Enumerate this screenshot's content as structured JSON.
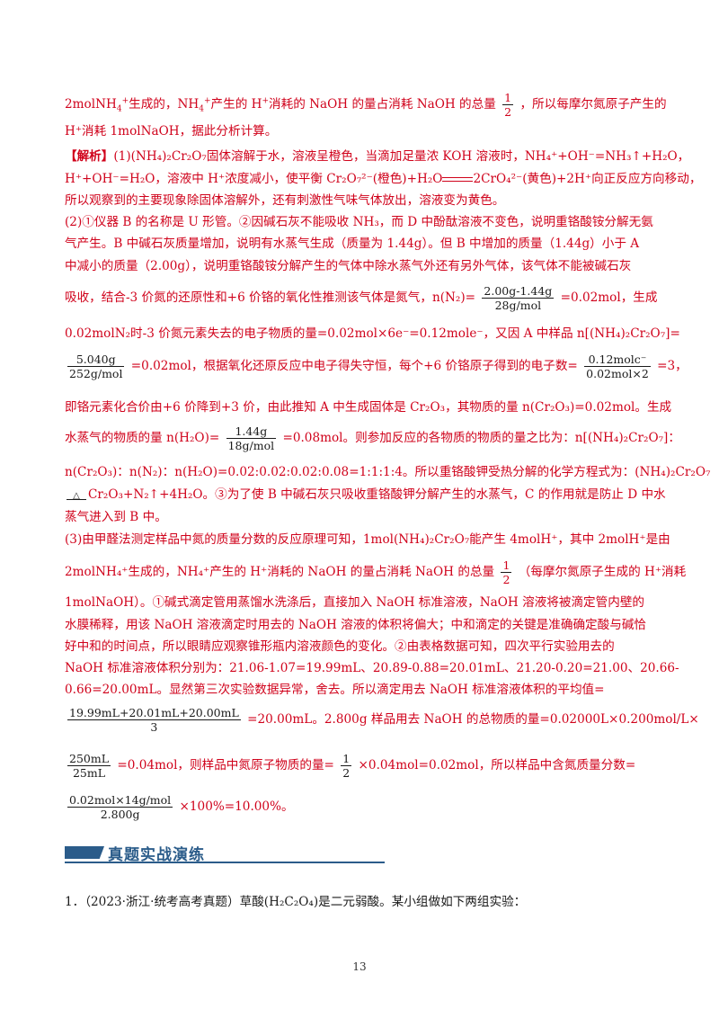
{
  "lines": {
    "l1a": "2molNH",
    "l1b": "生成的，NH",
    "l1c": "产生的 H",
    "l1d": "消耗的 NaOH 的量占消耗 NaOH 的总量",
    "l1e": "，所以每摩尔氮原子产生的",
    "l2": "H⁺消耗 1molNaOH，据此分析计算。",
    "l3a": "【解析】",
    "l3b": "(1)(NH₄)₂Cr₂O₇固体溶解于水，溶液呈橙色，当滴加足量浓 KOH 溶液时，NH₄⁺+OH⁻=NH₃↑+H₂O，",
    "l4a": "H⁺+OH⁻=H₂O，溶液中 H⁺浓度减小，使平衡 Cr₂O₇²⁻(橙色)+H₂O",
    "l4b": "2CrO₄²⁻(黄色)+2H⁺向正反应方向移动，",
    "l5": "所以观察到的主要现象除固体溶解外，还有刺激性气味气体放出，溶液变为黄色。",
    "l6": "(2)①仪器 B 的名称是 U 形管。②因碱石灰不能吸收 NH₃，而 D 中酚酞溶液不变色，说明重铬酸铵分解无氨",
    "l7": "气产生。B 中碱石灰质量增加，说明有水蒸气生成（质量为 1.44g）。但 B 中增加的质量（1.44g）小于 A",
    "l8": "中减小的质量（2.00g），说明重铬酸铵分解产生的气体中除水蒸气外还有另外气体，该气体不能被碱石灰",
    "l9a": "吸收，结合-3 价氮的还原性和+6 价铬的氧化性推测该气体是氮气，n(N₂)=",
    "l9b": "=0.02mol，生成",
    "l10": "0.02molN₂时-3 价氮元素失去的电子物质的量=0.02mol×6e⁻=0.12mole⁻，又因 A 中样品 n[(NH₄)₂Cr₂O₇]=",
    "l11a": "=0.02mol，根据氧化还原反应中电子得失守恒，每个+6 价铬原子得到的电子数=",
    "l11b": "=3，",
    "l12": "即铬元素化合价由+6 价降到+3 价，由此推知 A 中生成固体是 Cr₂O₃，其物质的量 n(Cr₂O₃)=0.02mol。生成",
    "l13a": "水蒸气的物质的量 n(H₂O)=",
    "l13b": "=0.08mol。则参加反应的各物质的物质的量之比为：n[(NH₄)₂Cr₂O₇]：",
    "l14": "n(Cr₂O₃)：n(N₂)：n(H₂O)=0.02:0.02:0.02:0.08=1:1:1:4。所以重铬酸钾受热分解的化学方程式为：(NH₄)₂Cr₂O₇",
    "l15b": "Cr₂O₃+N₂↑+4H₂O。③为了使 B 中碱石灰只吸收重铬酸钾分解产生的水蒸气，C 的作用就是防止 D 中水",
    "l16": "蒸气进入到 B 中。",
    "l17": "(3)由甲醛法测定样品中氮的质量分数的反应原理可知，1mol(NH₄)₂Cr₂O₇能产生 4molH⁺，其中 2molH⁺是由",
    "l18a": "2molNH₄⁺生成的，NH₄⁺产生的 H⁺消耗的 NaOH 的量占消耗 NaOH 的总量",
    "l18b": "（每摩尔氮原子生成的 H⁺消耗",
    "l19": "1molNaOH）。①碱式滴定管用蒸馏水洗涤后，直接加入 NaOH 标准溶液，NaOH 溶液将被滴定管内壁的",
    "l20": "水膜稀释，用该 NaOH 溶液滴定时用去的 NaOH 溶液的体积将偏大；中和滴定的关键是准确确定酸与碱恰",
    "l21": "好中和的时间点，所以眼睛应观察锥形瓶内溶液颜色的变化。②由表格数据可知，四次平行实验用去的",
    "l22": "NaOH 标准溶液体积分别为：21.06-1.07=19.99mL、20.89-0.88=20.01mL、21.20-0.20=21.00、20.66-",
    "l23": "0.66=20.00mL。显然第三次实验数据异常，舍去。所以滴定用去 NaOH 标准溶液体积的平均值=",
    "l24b": "=20.00mL。2.800g 样品用去 NaOH 的总物质的量=0.02000L×0.200mol/L×",
    "l25b": "=0.04mol，则样品中氮原子物质的量=",
    "l25c": "×0.04mol=0.02mol，所以样品中含氮质量分数=",
    "l26b": "×100%=10.00%。"
  },
  "fractions": {
    "half_num": "1",
    "half_den": "2",
    "n2_num": "2.00g-1.44g",
    "n2_den": "28g/mol",
    "sample_num": "5.040g",
    "sample_den": "252g/mol",
    "electron_num": "0.12molc⁻",
    "electron_den": "0.02mol×2",
    "water_num": "1.44g",
    "water_den": "18g/mol",
    "avg_num": "19.99mL+20.01mL+20.00mL",
    "avg_den": "3",
    "vol_num": "250mL",
    "vol_den": "25mL",
    "mass_num": "0.02mol×14g/mol",
    "mass_den": "2.800g"
  },
  "heat_symbol": "△",
  "section": {
    "title": "真题实战演练"
  },
  "question": {
    "a": "1．（2023·浙江·统考高考真题）草酸(",
    "formula": "H₂C₂O₄",
    "b": ")是二元弱酸。某小组做如下两组实验："
  },
  "page_number": "13",
  "colors": {
    "answer": "#d0021b",
    "heading": "#2b5c8a",
    "text": "#1a1a1a"
  }
}
